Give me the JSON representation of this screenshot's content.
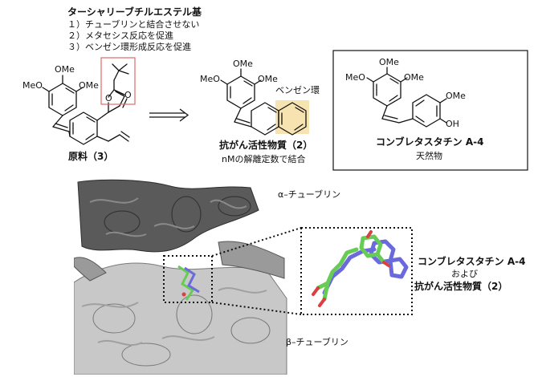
{
  "top_note": {
    "title": "ターシャリーブチルエステル基",
    "items": [
      "１）チューブリンと結合させない",
      "２）メタセシス反応を促進",
      "３）ベンゼン環形成反応を促進"
    ]
  },
  "compound3": {
    "name": "原料（3）",
    "labels": [
      "OMe",
      "MeO",
      "OMe",
      "O",
      "O"
    ]
  },
  "compound2": {
    "name": "抗がん活性物質（2）",
    "note": "nMの解離定数で結合",
    "ring_label": "ベンゼン環",
    "labels": [
      "OMe",
      "MeO",
      "OMe"
    ]
  },
  "combretastatin": {
    "name": "コンブレタスタチン A-4",
    "note": "天然物",
    "labels": [
      "OMe",
      "MeO",
      "OMe",
      "OMe",
      "OH"
    ]
  },
  "structure": {
    "alpha_label": "α–チューブリン",
    "beta_label": "β–チューブリン",
    "overlay_line1": "コンブレタスタチン A-4",
    "overlay_line2": "および",
    "overlay_line3": "抗がん活性物質（2）"
  },
  "colors": {
    "highlight_box": "#e06a6a",
    "benzene_highlight": "#f7e3b0",
    "ligand_green": "#66cc55",
    "ligand_blue": "#6a6adc",
    "protein_dark": "#5a5a5a",
    "protein_light": "#c8c8c8"
  }
}
